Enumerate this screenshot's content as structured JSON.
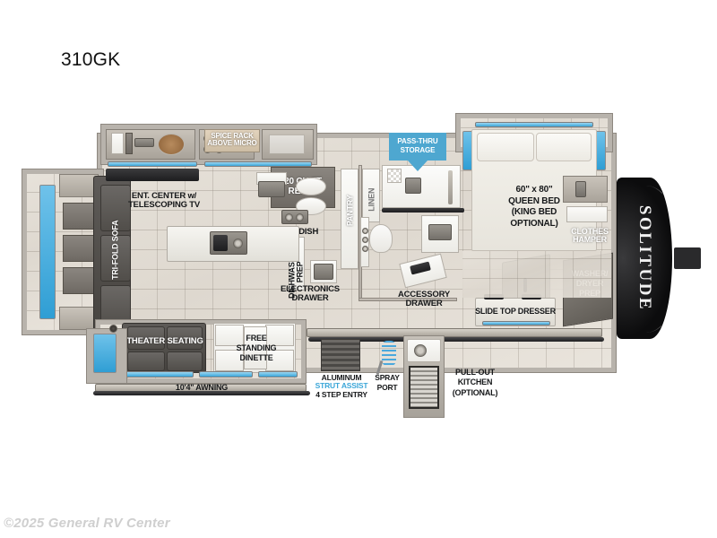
{
  "page": {
    "model_title": "310GK",
    "footer_credit": "©2025 General RV Center",
    "brand_wordmark": "SOLITUDE"
  },
  "colors": {
    "accent_blue": "#4ea7d0",
    "window_blue": "#2f9ed4",
    "label_dark": "#16181a",
    "footer_gray": "#cfcfcf",
    "floor_beige": "#e7e2da",
    "shell_gray": "#b8b3ac",
    "cap_black": "#101011"
  },
  "callouts": {
    "banner": {
      "name": "pass-thru-storage",
      "line1": "PASS-THRU",
      "line2": "STORAGE"
    },
    "labels": [
      {
        "id": "tri-fold-sofa",
        "text": "TRI-FOLD SOFA"
      },
      {
        "id": "ent-center",
        "text": "ENT. CENTER w/\nTELESCOPING TV"
      },
      {
        "id": "spice-rack",
        "text": "SPICE RACK\nABOVE MICRO"
      },
      {
        "id": "refer",
        "text": "20 CU FT\nREFER"
      },
      {
        "id": "pet-dish",
        "text": "PET DISH"
      },
      {
        "id": "dishwasher-prep",
        "text": "DISHWASHER\nPREP"
      },
      {
        "id": "electronics-drawer",
        "text": "ELECTRONICS\nDRAWER"
      },
      {
        "id": "pantry",
        "text": "PANTRY"
      },
      {
        "id": "linen",
        "text": "LINEN"
      },
      {
        "id": "accessory-drawer",
        "text": "ACCESSORY\nDRAWER"
      },
      {
        "id": "queen-bed",
        "text": "60\" x 80\"\nQUEEN BED\n(KING BED\nOPTIONAL)"
      },
      {
        "id": "clothes-hamper",
        "text": "CLOTHES\nHAMPER"
      },
      {
        "id": "washer-dryer-prep",
        "text": "WASHER/\nDRYER\nPREP"
      },
      {
        "id": "slide-top-dresser",
        "text": "SLIDE TOP DRESSER"
      },
      {
        "id": "theater-seating",
        "text": "THEATER SEATING"
      },
      {
        "id": "free-standing-dinette",
        "text": "FREE\nSTANDING\nDINETTE"
      },
      {
        "id": "awning",
        "text": "10'4\" AWNING"
      },
      {
        "id": "spray-port",
        "text": "SPRAY\nPORT"
      },
      {
        "id": "pull-out-kitchen",
        "text": "PULL-OUT\nKITCHEN\n(OPTIONAL)"
      }
    ],
    "step_entry": {
      "line1": "ALUMINUM",
      "line2": "STRUT ASSIST",
      "line3": "4 STEP ENTRY"
    }
  }
}
